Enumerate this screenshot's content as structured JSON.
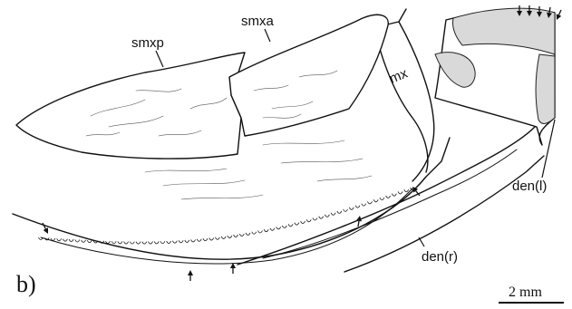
{
  "labels": {
    "smxp": "smxp",
    "smxa": "smxa",
    "mx": "mx",
    "den_l": "den(l)",
    "den_r": "den(r)"
  },
  "panel_label": "b)",
  "scale_bar": {
    "label": "2 mm"
  }
}
